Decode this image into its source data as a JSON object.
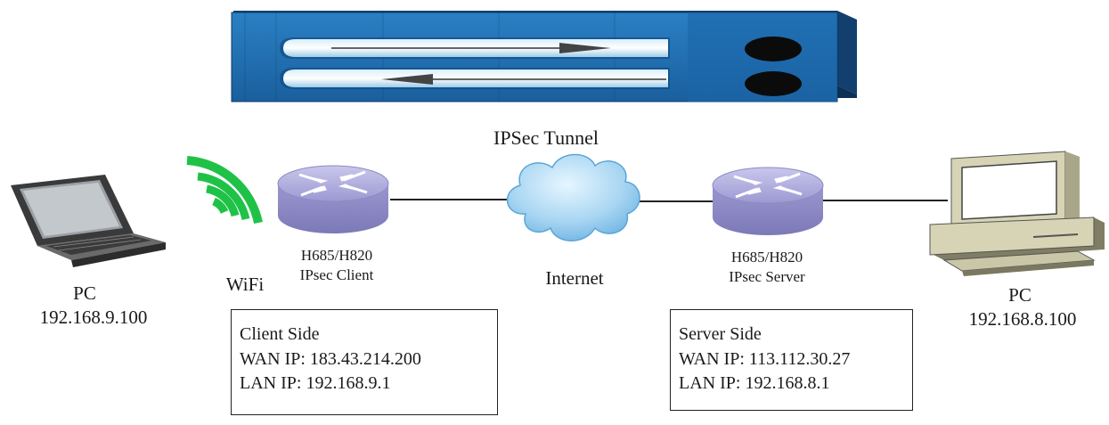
{
  "colors": {
    "tunnel_body": "#1f6fb0",
    "tunnel_dark": "#0f4f8a",
    "router_body": "#a7a4d8",
    "cloud": "#a9d6f2",
    "wifi": "#22c24a",
    "pc_body": "#d8d8b8"
  },
  "tunnel": {
    "label": "IPSec Tunnel"
  },
  "left_pc": {
    "name": "PC",
    "ip": "192.168.9.100",
    "icon": "laptop-icon"
  },
  "wifi": {
    "label": "WiFi",
    "icon": "wifi-icon"
  },
  "client_router": {
    "model": "H685/H820",
    "role": "IPsec Client",
    "icon": "router-icon"
  },
  "internet": {
    "label": "Internet",
    "icon": "cloud-icon"
  },
  "server_router": {
    "model": "H685/H820",
    "role": "IPsec Server",
    "icon": "router-icon"
  },
  "right_pc": {
    "name": "PC",
    "ip": "192.168.8.100",
    "icon": "desktop-pc-icon"
  },
  "client_box": {
    "title": "Client Side",
    "wan": "WAN IP: 183.43.214.200",
    "lan": "LAN IP: 192.168.9.1"
  },
  "server_box": {
    "title": "Server Side",
    "wan": "WAN IP: 113.112.30.27",
    "lan": "LAN IP: 192.168.8.1"
  }
}
